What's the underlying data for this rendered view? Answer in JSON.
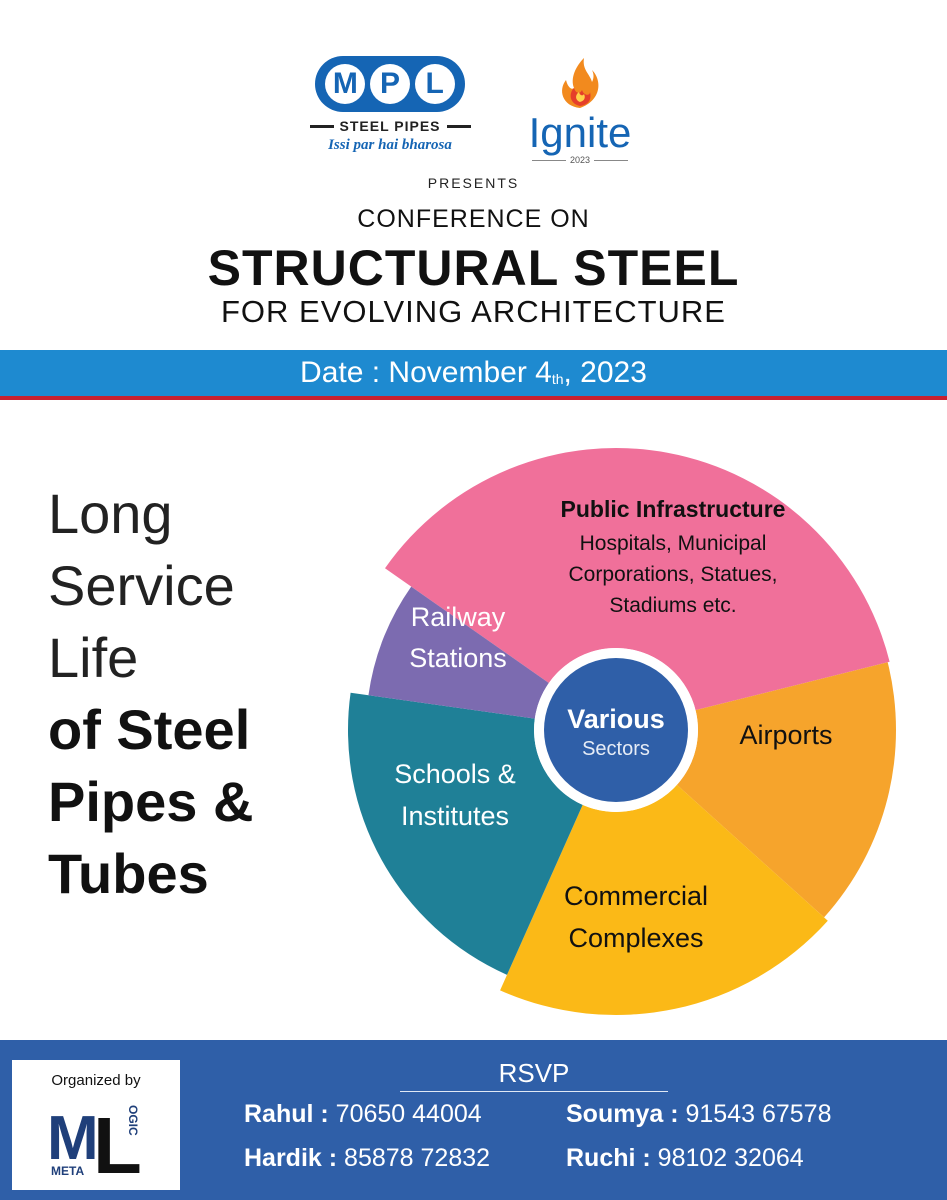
{
  "header": {
    "mpl_letters": [
      "M",
      "P",
      "L"
    ],
    "mpl_product": "STEEL PIPES",
    "mpl_tagline": "Issi par hai bharosa",
    "ignite_word": "Ignite",
    "ignite_year": "2023",
    "presents": "PRESENTS",
    "conference_on": "CONFERENCE ON",
    "title": "STRUCTURAL STEEL",
    "subtitle": "FOR EVOLVING ARCHITECTURE"
  },
  "date": {
    "prefix": "Date : November 4",
    "suffix": "th",
    "year": ", 2023"
  },
  "tagline": {
    "light_lines": [
      "Long",
      "Service",
      "Life"
    ],
    "bold_lines": [
      "of Steel",
      "Pipes &",
      "Tubes"
    ]
  },
  "wheel": {
    "center_title": "Various",
    "center_sub": "Sectors",
    "segments": [
      {
        "title": "Public Infrastructure",
        "lines": [
          "Hospitals, Municipal",
          "Corporations, Statues,",
          "Stadiums etc."
        ],
        "color": "#f0709a"
      },
      {
        "title": "Airports",
        "lines": [],
        "color": "#f6a42c"
      },
      {
        "title": "Commercial",
        "lines": [
          "Complexes"
        ],
        "color": "#fbb917"
      },
      {
        "title": "Schools &",
        "lines": [
          "Institutes"
        ],
        "color": "#1f8097"
      },
      {
        "title": "Railway",
        "lines": [
          "Stations"
        ],
        "color": "#7c6bb0"
      }
    ],
    "center_color": "#2f5fa8"
  },
  "footer": {
    "organized_by": "Organized by",
    "org_logo_letters": {
      "m": "M",
      "l": "L",
      "meta": "META",
      "logic": "OGIC"
    },
    "rsvp": "RSVP",
    "contacts": [
      {
        "name": "Rahul :",
        "phone": "70650 44004"
      },
      {
        "name": "Soumya :",
        "phone": "91543 67578"
      },
      {
        "name": "Hardik :",
        "phone": "85878 72832"
      },
      {
        "name": "Ruchi :",
        "phone": "98102 32064"
      }
    ]
  },
  "colors": {
    "brand_blue": "#1565b4",
    "band_blue": "#1e8ad0",
    "accent_red": "#c8202f",
    "footer_blue": "#2f5fa8"
  }
}
